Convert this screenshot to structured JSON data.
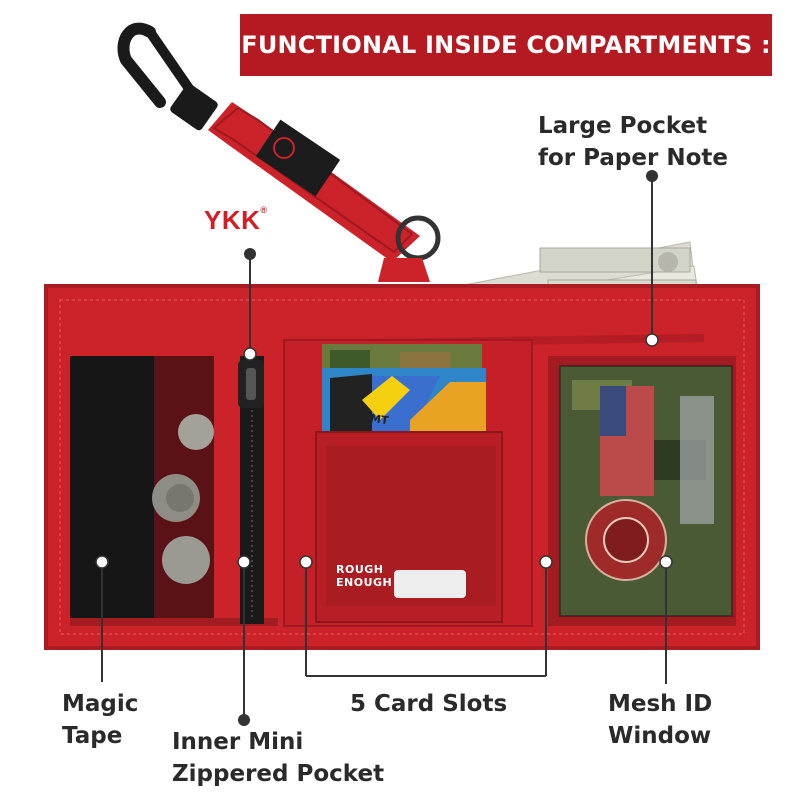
{
  "banner": {
    "title": "FUNCTIONAL INSIDE COMPARTMENTS :"
  },
  "callouts": {
    "large_pocket": {
      "line1": "Large Pocket",
      "line2": "for Paper Note"
    },
    "magic_tape": {
      "line1": "Magic",
      "line2": "Tape"
    },
    "inner_mini": {
      "line1": "Inner Mini",
      "line2": "Zippered Pocket"
    },
    "card_slots": {
      "line1": "5 Card Slots"
    },
    "mesh_id": {
      "line1": "Mesh ID",
      "line2": "Window"
    }
  },
  "zipper_brand": {
    "text": "YKK",
    "mark": "®"
  },
  "wallet_brand": {
    "line1": "ROUGH",
    "line2": "ENOUGH"
  },
  "card_tag": {
    "text": "MT"
  },
  "colors": {
    "banner": "#b51a22",
    "wallet_red": "#cc2229",
    "wallet_dark_red": "#9e1a20",
    "callout_text": "#2a2a2a",
    "ykk_red": "#d21e25"
  }
}
